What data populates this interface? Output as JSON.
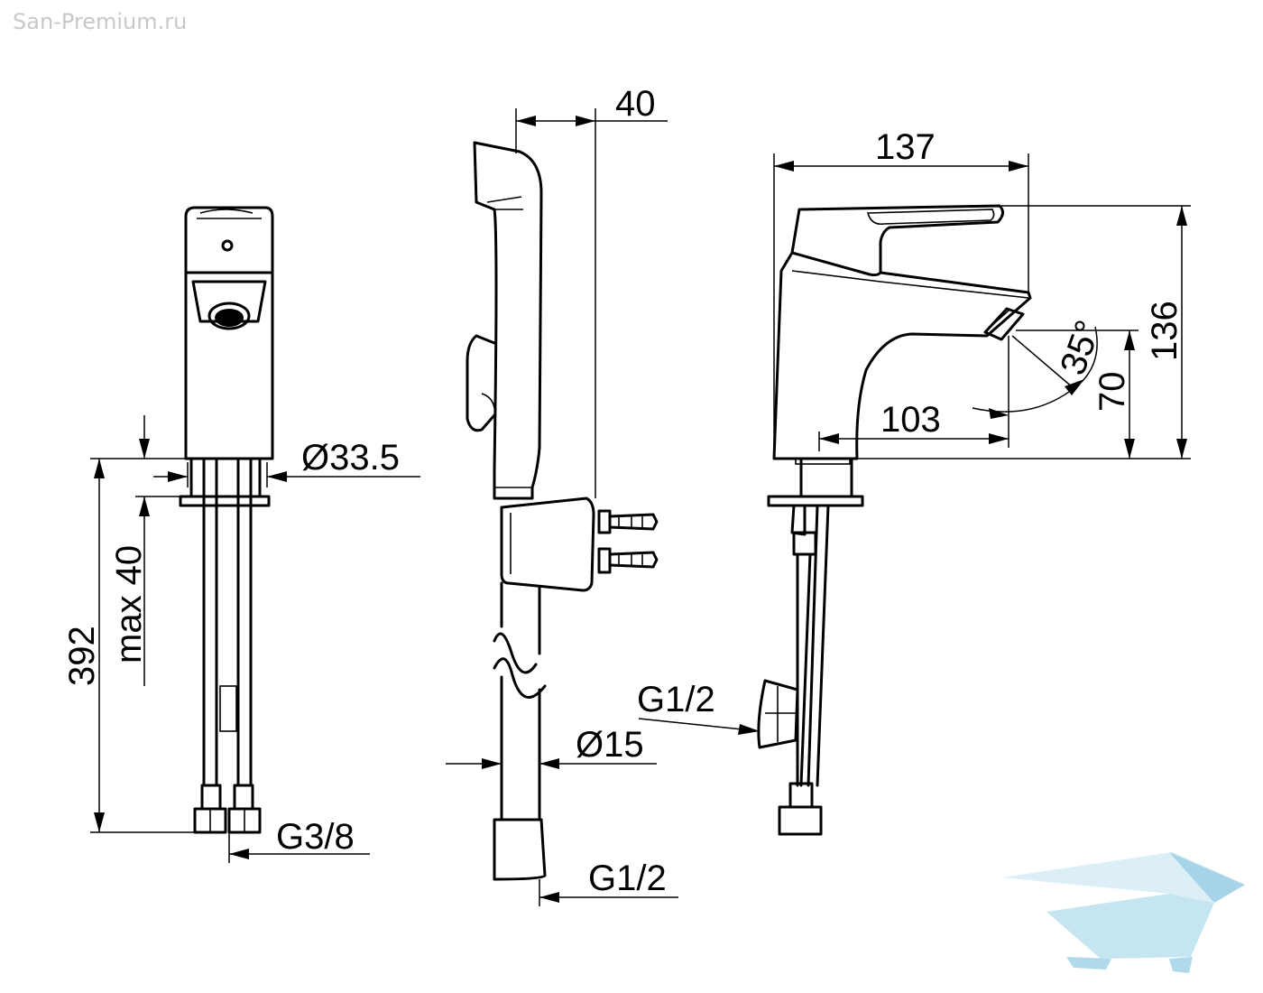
{
  "watermark": "San-Premium.ru",
  "dimensions": {
    "front_height_total": "392",
    "front_deck_thickness": "max 40",
    "front_body_diameter": "Ø33.5",
    "front_thread": "G3/8",
    "side_width": "40",
    "side_hose_diameter": "Ø15",
    "side_hose_thread": "G1/2",
    "right_length": "137",
    "right_height": "136",
    "right_spout_height": "70",
    "right_spout_reach": "103",
    "right_angle": "35°",
    "right_thread": "G1/2"
  },
  "colors": {
    "line": "#000000",
    "watermark": "#c8c8c8",
    "logo": "#bfe3f0"
  }
}
